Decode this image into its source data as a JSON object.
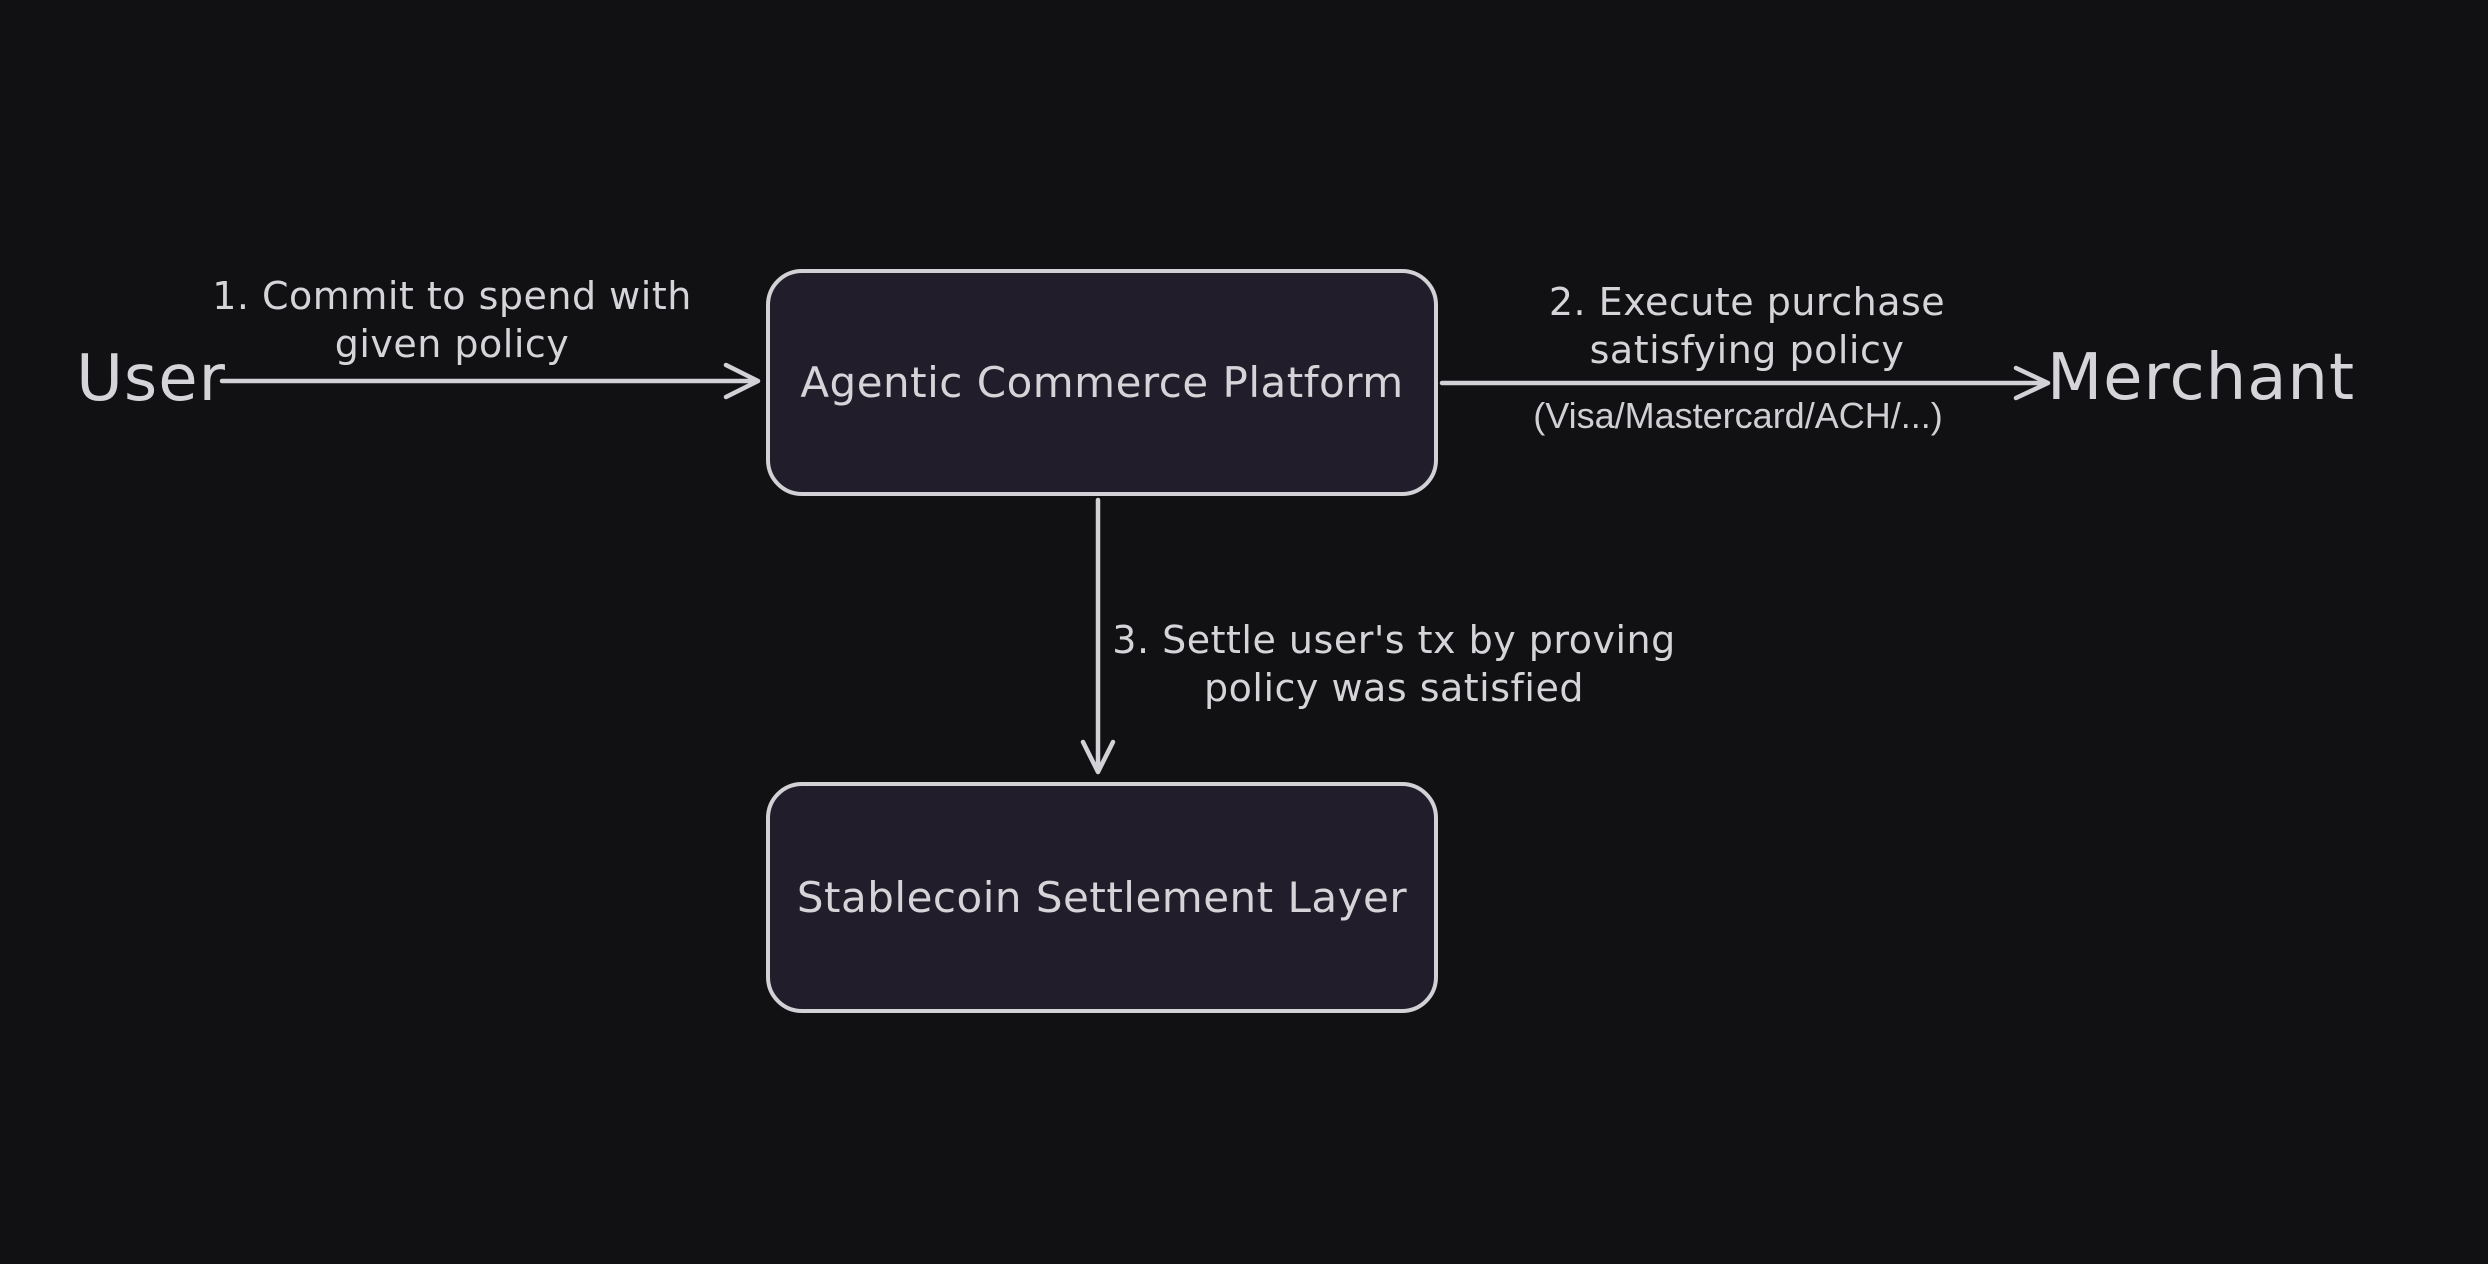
{
  "colors": {
    "background": "#111113",
    "box_fill": "#221d2a",
    "stroke": "#d2d2d6",
    "text": "#d5d5d9"
  },
  "nodes": {
    "user": "User",
    "platform": "Agentic Commerce Platform",
    "merchant": "Merchant",
    "settlement": "Stablecoin Settlement Layer"
  },
  "edges": {
    "commit": {
      "line1": "1. Commit to spend with",
      "line2": "given policy"
    },
    "execute": {
      "line1": "2. Execute purchase",
      "line2": "satisfying policy",
      "sublabel": "(Visa/Mastercard/ACH/...)"
    },
    "settle": {
      "line1": "3. Settle user's tx by proving",
      "line2": "policy was satisfied"
    }
  }
}
